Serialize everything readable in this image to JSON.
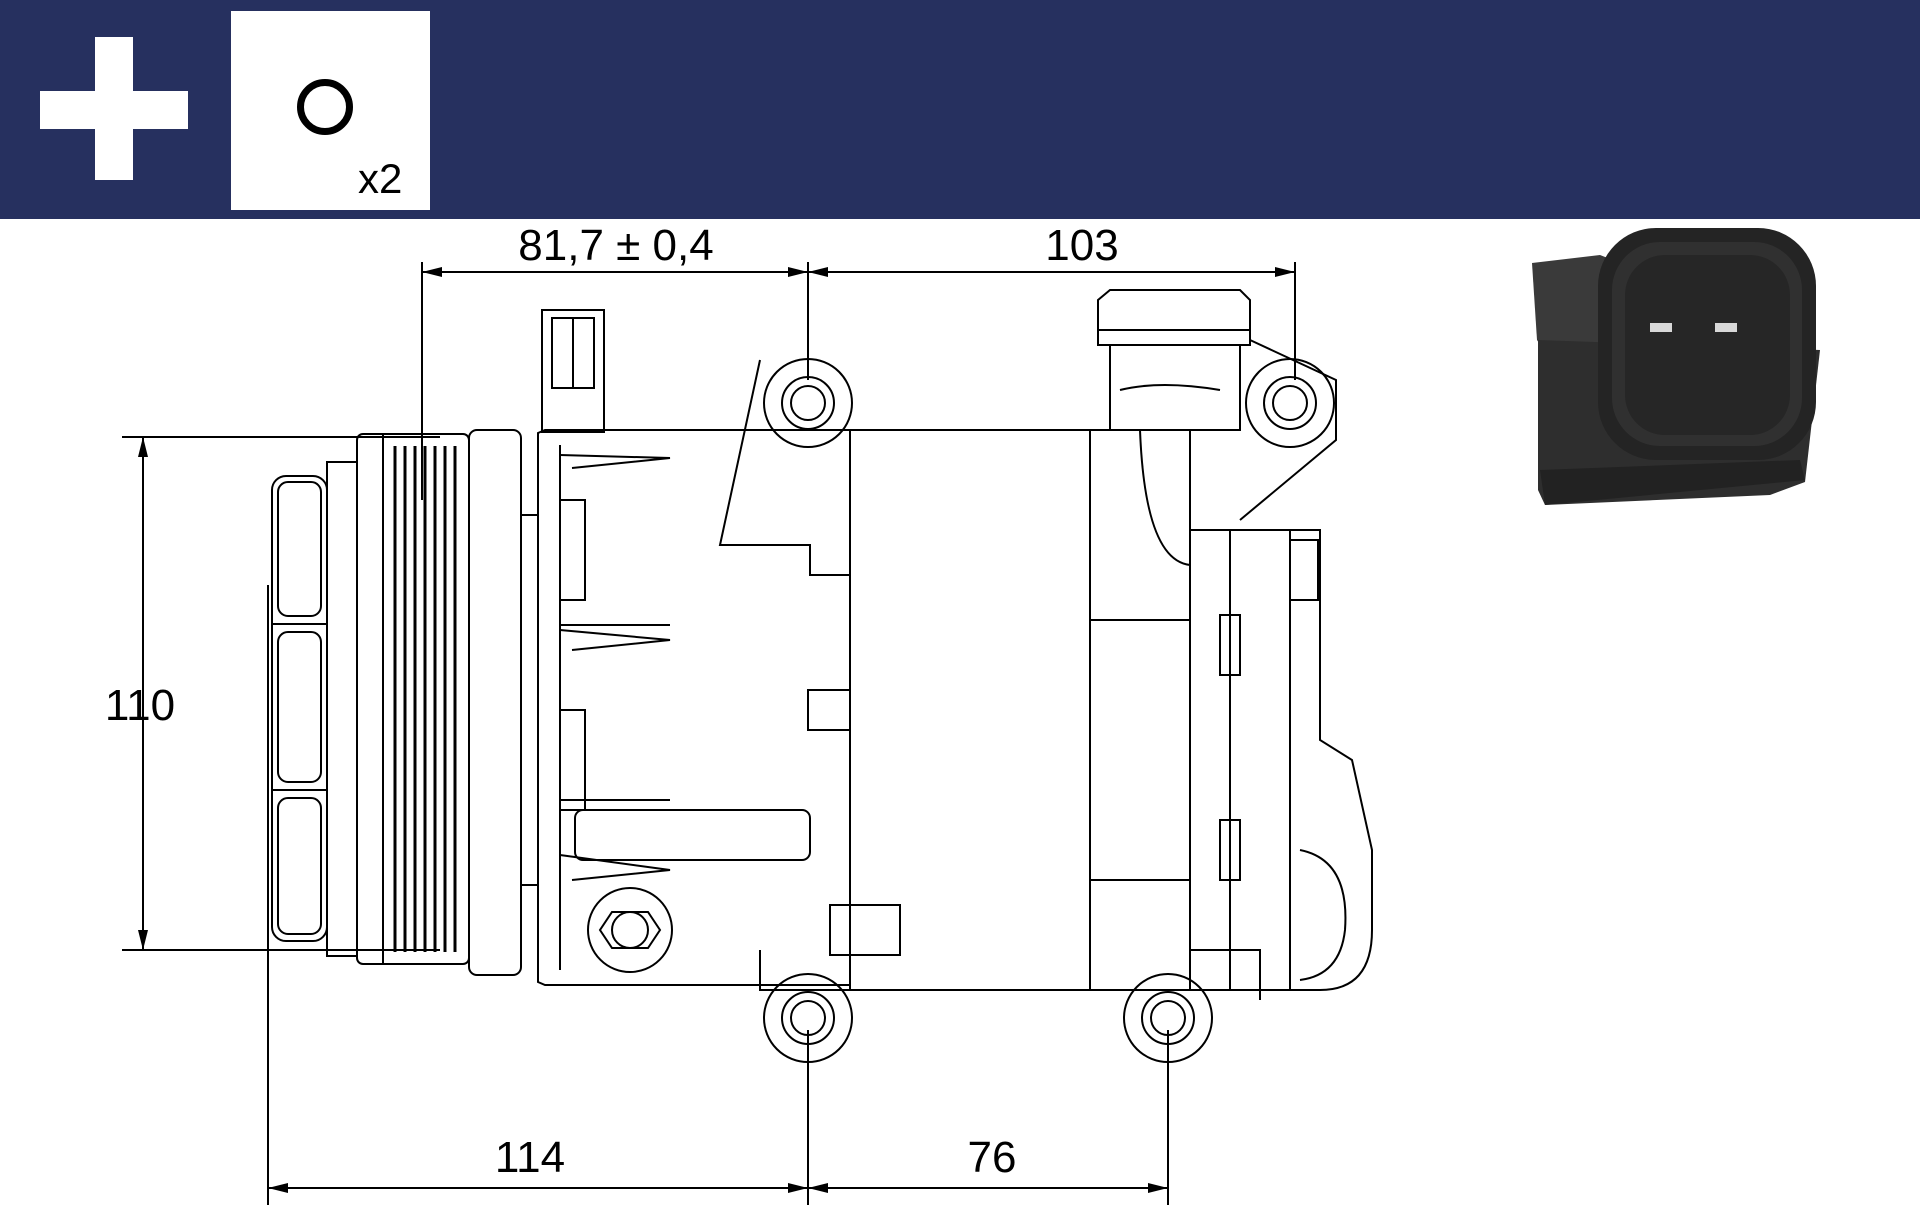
{
  "header": {
    "background_color": "#26305f",
    "plus_icon": "plus-icon",
    "oring_icon": "o-ring-icon",
    "oring_quantity": "x2"
  },
  "dimensions": {
    "top_left": "81,7 ± 0,4",
    "top_right": "103",
    "left_height": "110",
    "bottom_left": "114",
    "bottom_right": "76"
  },
  "images": {
    "compressor": "compressor-line-drawing",
    "connector": "electrical-connector-photo"
  }
}
